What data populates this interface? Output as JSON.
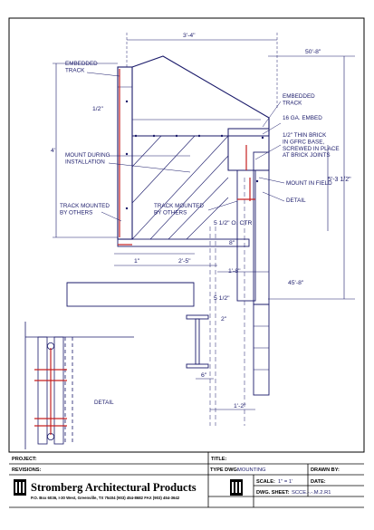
{
  "drawing": {
    "dims": {
      "overall_width": "3'-4\"",
      "elev_top": "50'-8\"",
      "height_left": "4'",
      "half_inch": "1/2\"",
      "elev_right": "5'-3 1/2\"",
      "spacing": "5 1/2\" O. CTR",
      "eight": "8\"",
      "one_inch": "1\"",
      "two_five": "2'-5\"",
      "one_eight": "1'-8\"",
      "elev_bottom": "45'-8\"",
      "five_half": "5 1/2\"",
      "two": "2\"",
      "six": "6\"",
      "one_two": "1'-2\""
    },
    "notes": {
      "embedded_track_left": "EMBEDDED\nTRACK",
      "embedded_track_right": "EMBEDDED\nTRACK",
      "ga_embed": "16 GA. EMBED",
      "thin_brick": "1/2\" THIN BRICK\nIN GFRC BASE,\nSCREWED IN PLACE\nAT BRICK JOINTS",
      "mount_in_field": "MOUNT IN FIELD",
      "mount_during_install": "MOUNT DURING\nINSTALLATION",
      "detail_ref": "DETAIL",
      "track_left": "TRACK MOUNTED\nBY OTHERS",
      "track_center": "TRACK MOUNTED\nBY OTHERS",
      "detail_label": "DETAIL"
    }
  },
  "title_block": {
    "project_label": "PROJECT:",
    "project_value": "",
    "title_label": "TITLE:",
    "title_value": "",
    "revisions_label": "REVISIONS:",
    "type_dwg_label": "TYPE DWG:",
    "type_dwg_value": "MOUNTING",
    "drawn_by_label": "DRAWN BY:",
    "company_name": "Stromberg Architectural Products",
    "company_address": "P.O. Box 6036, I-30 West, Greenville, TX 75404  (903) 454-8682  FAX (903) 454-3642",
    "scale_label": "SCALE:",
    "scale_value": "1\" = 1'",
    "date_label": "DATE:",
    "sheet_label": "DWG. SHEET:",
    "sheet_value": "SCCE.-.-.M.2.R1"
  }
}
